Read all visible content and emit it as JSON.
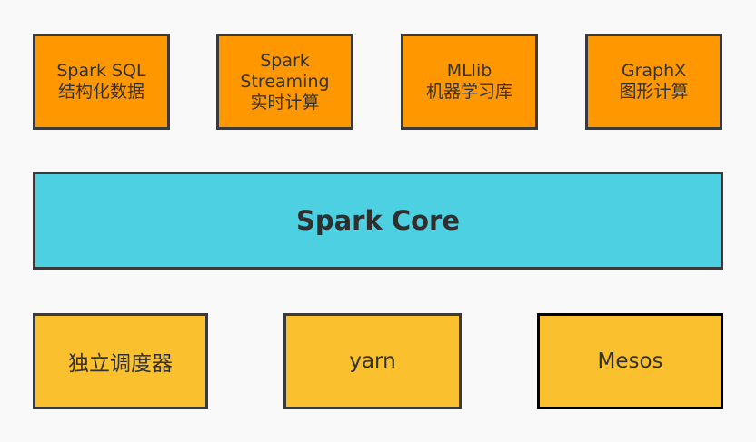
{
  "libraries": [
    {
      "lines": [
        "Spark SQL",
        "结构化数据"
      ]
    },
    {
      "lines": [
        "Spark",
        "Streaming",
        "实时计算"
      ]
    },
    {
      "lines": [
        "MLlib",
        "机器学习库"
      ]
    },
    {
      "lines": [
        "GraphX",
        "图形计算"
      ]
    }
  ],
  "core": {
    "label": "Spark Core"
  },
  "schedulers": [
    {
      "label": "独立调度器"
    },
    {
      "label": "yarn"
    },
    {
      "label": "Mesos"
    }
  ],
  "colors": {
    "library_fill": "#ff9800",
    "core_fill": "#4dd0e1",
    "scheduler_fill": "#fbc02d",
    "border": "#3a3a3a",
    "background": "#f9f9f9"
  }
}
